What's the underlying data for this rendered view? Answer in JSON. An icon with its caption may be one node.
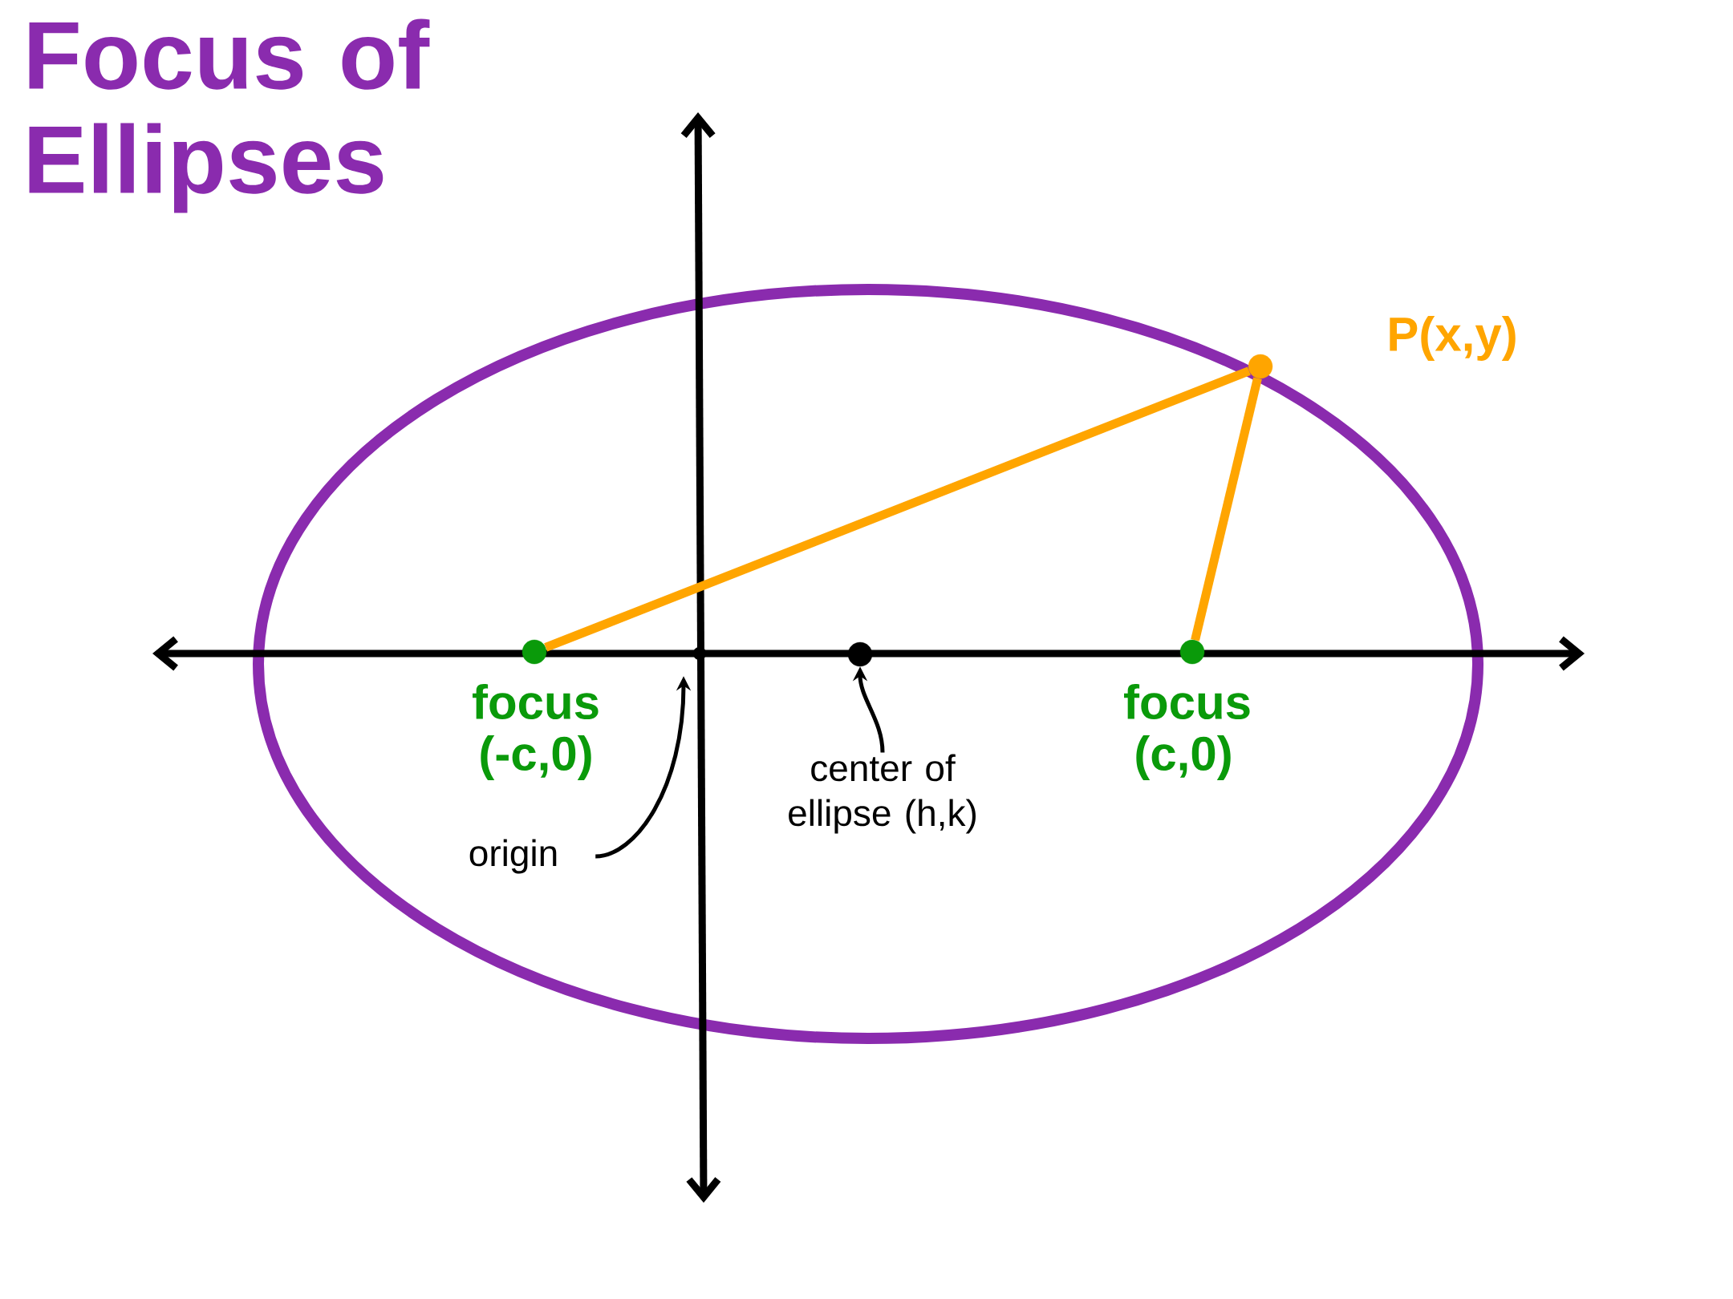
{
  "diagram": {
    "title": "Focus of Ellipses",
    "nodes": [
      {
        "text": [],
        "shape": "circle",
        "beside": [
          "focus",
          "(-c,0)"
        ]
      },
      {
        "text": [],
        "shape": "circle",
        "beside": [
          "focus",
          "(c,0)"
        ]
      },
      {
        "text": [],
        "shape": "circle",
        "beside": [
          "P(x,y)"
        ]
      },
      {
        "text": [],
        "shape": "circle"
      },
      {
        "text": [
          "center of ellipse (h,k)"
        ]
      },
      {
        "text": [
          "origin"
        ]
      },
      {
        "text": [],
        "shape": "circle"
      }
    ],
    "edges": [
      {
        "from": 0,
        "to": 2,
        "arrow": "none",
        "color": "#ffa500",
        "style": "thick"
      },
      {
        "from": 1,
        "to": 2,
        "arrow": "none",
        "color": "#ffa500",
        "style": "thick"
      },
      {
        "from": 4,
        "to": 6,
        "arrow": "to",
        "color": "#000000"
      },
      {
        "from": 5,
        "to": 3,
        "arrow": "to",
        "color": "#000000"
      }
    ]
  }
}
